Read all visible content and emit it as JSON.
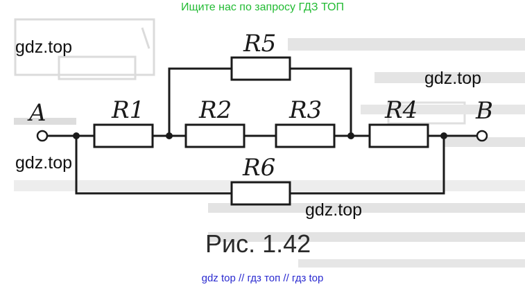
{
  "banner_top": "Ищите нас по запросу ГДЗ ТОП",
  "banner_bottom": "gdz top  //  гдз топ  //  гдз top",
  "watermarks": [
    "gdz.top",
    "gdz.top",
    "gdz.top",
    "gdz.top"
  ],
  "caption": "Рис. 1.42",
  "circuit": {
    "terminals": {
      "left": "A",
      "right": "B"
    },
    "resistors": [
      "R1",
      "R2",
      "R3",
      "R4",
      "R5",
      "R6"
    ]
  },
  "colors": {
    "banner_top": "#22bb33",
    "banner_bottom": "#2a2ad0",
    "ink": "#1a1a1a"
  }
}
